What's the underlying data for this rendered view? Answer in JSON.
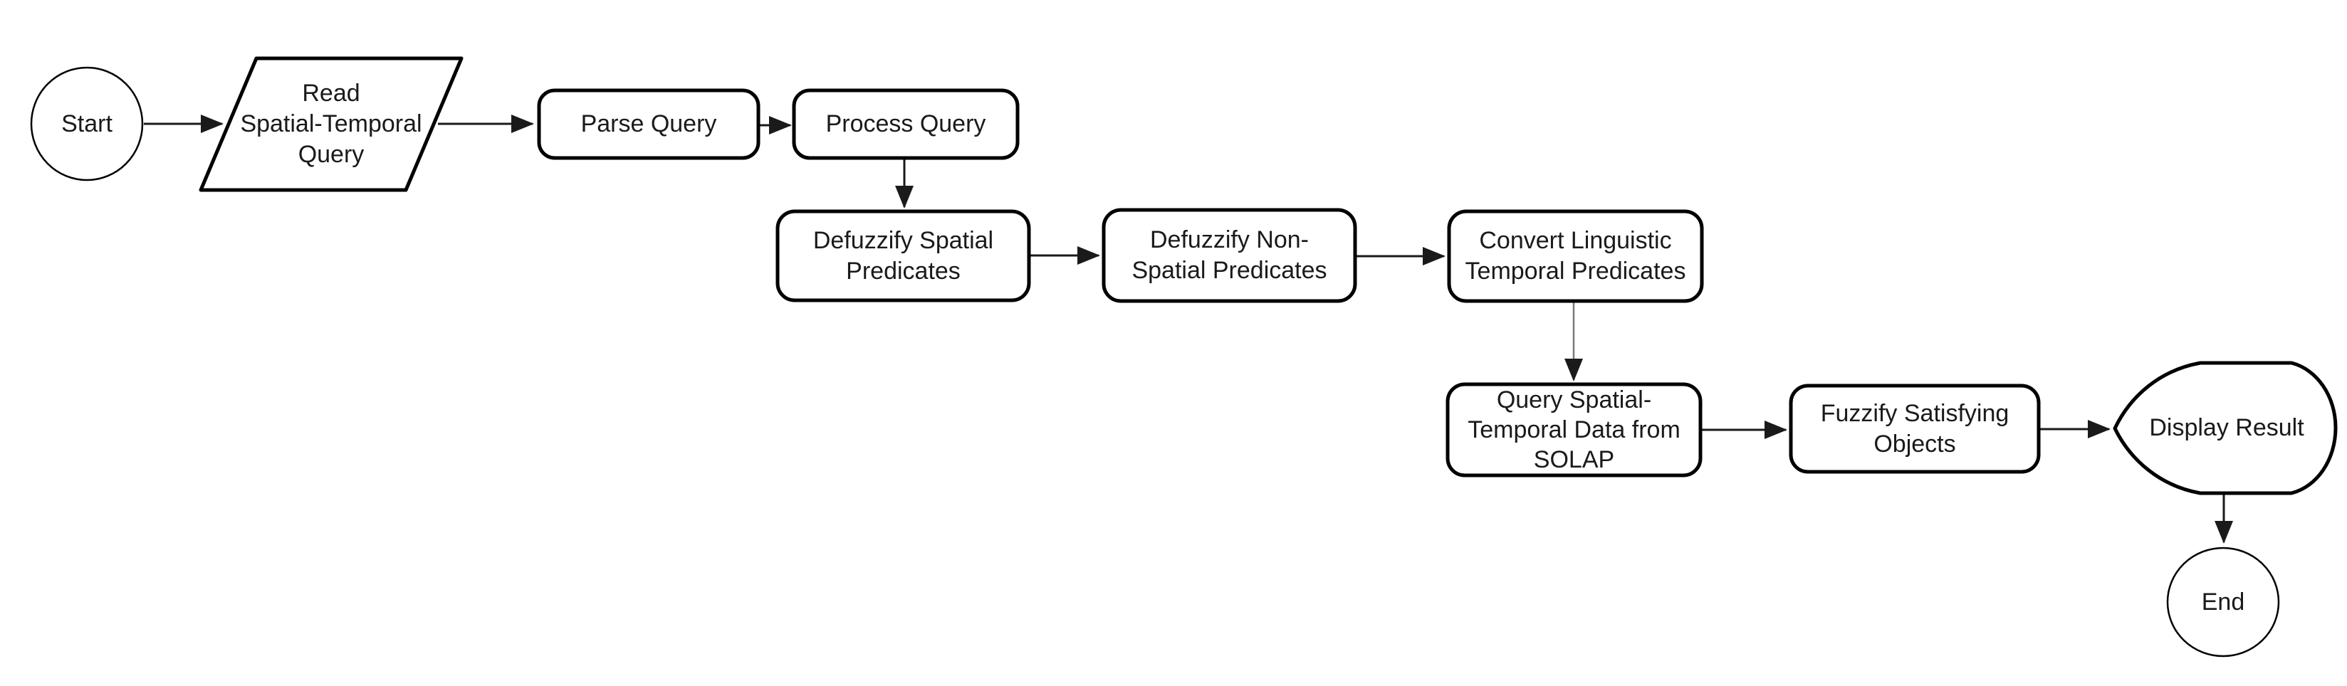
{
  "diagram": {
    "type": "flowchart",
    "background": "#ffffff",
    "colors": {
      "shape_stroke": "#000000",
      "shape_fill": "#ffffff",
      "text": "#1a1a1a",
      "connector": "#1a1a1a",
      "connector_gray": "#7a7a7a"
    },
    "nodes": [
      {
        "id": "start",
        "shape": "terminator-circle",
        "label": "Start"
      },
      {
        "id": "read-query",
        "shape": "parallelogram-io",
        "label": "Read\nSpatial-Temporal\nQuery"
      },
      {
        "id": "parse-query",
        "shape": "rounded-process",
        "label": "Parse Query"
      },
      {
        "id": "process-query",
        "shape": "rounded-process",
        "label": "Process Query"
      },
      {
        "id": "defuzzify-spatial",
        "shape": "rounded-process",
        "label": "Defuzzify Spatial\nPredicates"
      },
      {
        "id": "defuzzify-non-spatial",
        "shape": "rounded-process",
        "label": "Defuzzify Non-\nSpatial Predicates"
      },
      {
        "id": "convert-linguistic",
        "shape": "rounded-process",
        "label": "Convert Linguistic\nTemporal Predicates"
      },
      {
        "id": "query-solap",
        "shape": "rounded-process",
        "label": "Query Spatial-\nTemporal Data from\nSOLAP"
      },
      {
        "id": "fuzzify-objects",
        "shape": "rounded-process",
        "label": "Fuzzify Satisfying\nObjects"
      },
      {
        "id": "display-result",
        "shape": "display",
        "label": "Display Result"
      },
      {
        "id": "end",
        "shape": "terminator-circle",
        "label": "End"
      }
    ],
    "edges": [
      {
        "from": "start",
        "to": "read-query"
      },
      {
        "from": "read-query",
        "to": "parse-query"
      },
      {
        "from": "parse-query",
        "to": "process-query"
      },
      {
        "from": "process-query",
        "to": "defuzzify-spatial"
      },
      {
        "from": "defuzzify-spatial",
        "to": "defuzzify-non-spatial"
      },
      {
        "from": "defuzzify-non-spatial",
        "to": "convert-linguistic"
      },
      {
        "from": "convert-linguistic",
        "to": "query-solap"
      },
      {
        "from": "query-solap",
        "to": "fuzzify-objects"
      },
      {
        "from": "fuzzify-objects",
        "to": "display-result"
      },
      {
        "from": "display-result",
        "to": "end"
      }
    ]
  }
}
